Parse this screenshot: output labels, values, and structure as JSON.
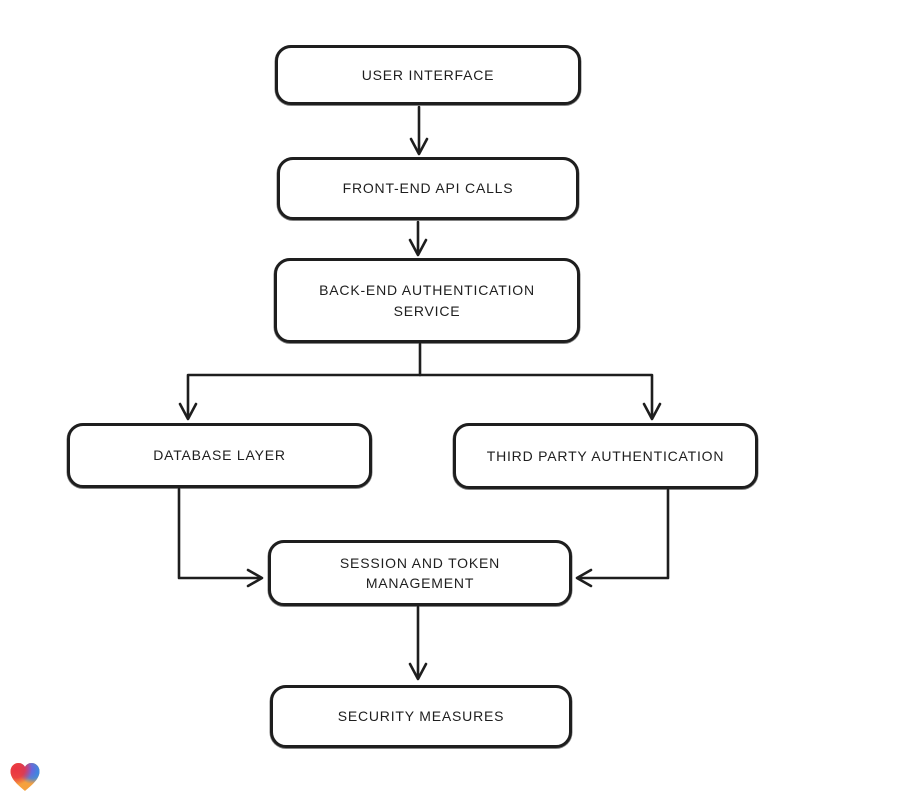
{
  "diagram": {
    "type": "flowchart",
    "style": "hand-drawn",
    "nodes": [
      {
        "id": "user-interface",
        "label": "USER INTERFACE",
        "lines": [
          "USER INTERFACE"
        ]
      },
      {
        "id": "front-end-api-calls",
        "label": "FRONT-END API CALLS",
        "lines": [
          "FRONT-END API CALLS"
        ]
      },
      {
        "id": "back-end-authentication-service",
        "label": "BACK-END AUTHENTICATION SERVICE",
        "lines": [
          "BACK-END AUTHENTICATION",
          "SERVICE"
        ]
      },
      {
        "id": "database-layer",
        "label": "DATABASE LAYER",
        "lines": [
          "DATABASE LAYER"
        ]
      },
      {
        "id": "third-party-authentication",
        "label": "THIRD PARTY AUTHENTICATION",
        "lines": [
          "THIRD PARTY AUTHENTICATION"
        ]
      },
      {
        "id": "session-and-token-management",
        "label": "SESSION AND TOKEN MANAGEMENT",
        "lines": [
          "SESSION AND TOKEN",
          "MANAGEMENT"
        ]
      },
      {
        "id": "security-measures",
        "label": "SECURITY MEASURES",
        "lines": [
          "SECURITY MEASURES"
        ]
      }
    ],
    "edges": [
      {
        "from": "user-interface",
        "to": "front-end-api-calls"
      },
      {
        "from": "front-end-api-calls",
        "to": "back-end-authentication-service"
      },
      {
        "from": "back-end-authentication-service",
        "to": "database-layer"
      },
      {
        "from": "back-end-authentication-service",
        "to": "third-party-authentication"
      },
      {
        "from": "database-layer",
        "to": "session-and-token-management"
      },
      {
        "from": "third-party-authentication",
        "to": "session-and-token-management"
      },
      {
        "from": "session-and-token-management",
        "to": "security-measures"
      }
    ],
    "colors": {
      "stroke": "#1e1e1e",
      "node_fill": "#ffffff",
      "background": "#ffffff"
    }
  },
  "badge": {
    "icon": "heart-gradient-icon",
    "colors": {
      "red": "#e93442",
      "purple": "#8a53d6",
      "blue": "#3e7ee6",
      "teal": "#2fbacd",
      "orange": "#f5a13d"
    }
  }
}
